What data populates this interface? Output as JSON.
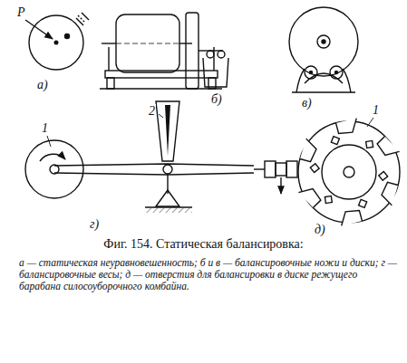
{
  "diagram": {
    "caption": "Фиг. 154. Статическая балансировка:",
    "labels": [
      "P",
      "а)",
      "б)",
      "в)",
      "1",
      "2",
      "г)",
      "1",
      "д)",
      "а — статическая неуравновешенность; б и в — балансировочные ножи и диски; г — балансировочные весы; д — отверстия для балансировки в диске режущего барабана силосоуборочного комбайна."
    ]
  }
}
